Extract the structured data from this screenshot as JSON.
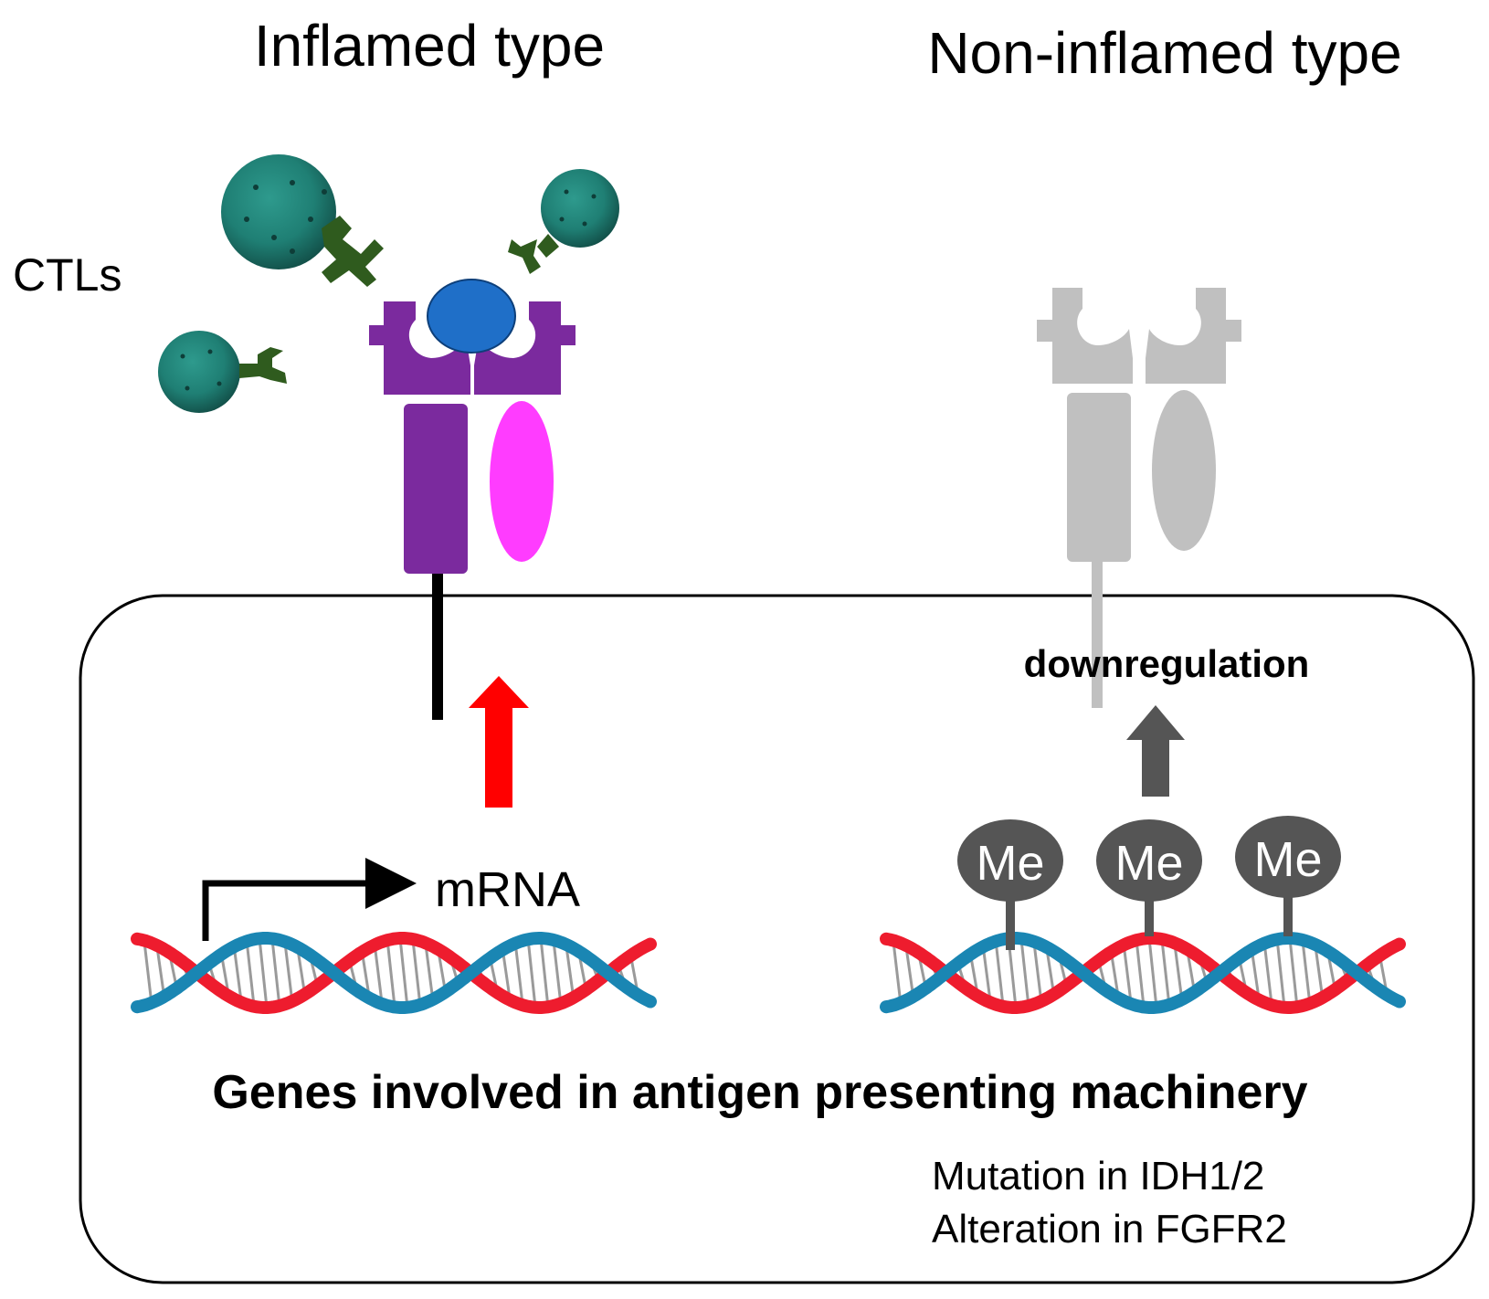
{
  "headings": {
    "left": "Inflamed type",
    "right": "Non-inflamed type"
  },
  "labels": {
    "ctls": "CTLs",
    "mrna": "mRNA",
    "downregulation": "downregulation",
    "methyl": "Me",
    "genes": "Genes involved in antigen presenting machinery",
    "causes": [
      "Mutation in IDH1/2",
      "Alteration in FGFR2"
    ]
  },
  "colors": {
    "mhc_active": "#7b2a9e",
    "peptide": "#1f6fc8",
    "b2m_active": "#ff3cff",
    "mhc_inactive": "#c0c0c0",
    "ctl_cell": "#1f8a80",
    "tcr": "#2f5b1e",
    "up_arrow": "#ff0000",
    "down_arrow": "#555555",
    "dna_strand_a": "#ee1c2e",
    "dna_strand_b": "#1a86b3",
    "dna_rungs": "#9a9a9a",
    "methyl_bead": "#555555"
  },
  "icons": [
    "ctl-cell-icon",
    "tcr-receptor-icon",
    "mhc-class-i-icon",
    "dna-double-helix-icon",
    "methyl-group-icon",
    "promoter-arrow-icon"
  ]
}
